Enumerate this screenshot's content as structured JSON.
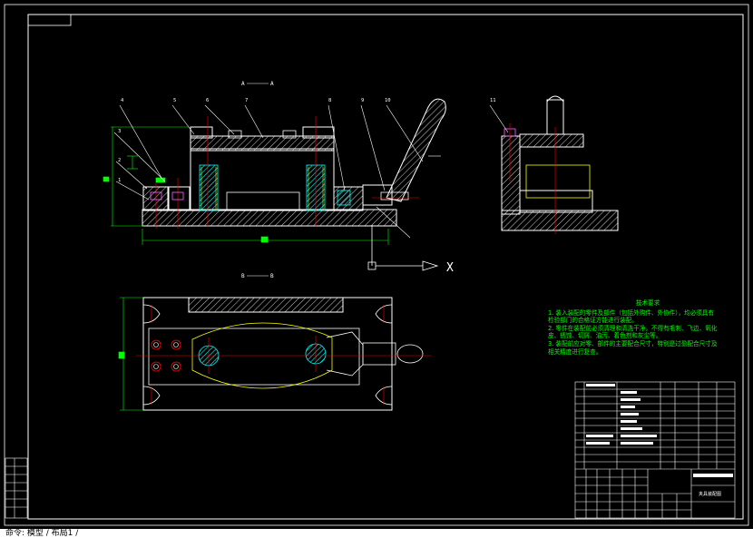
{
  "colors": {
    "background": "#000000",
    "frame": "#ffffff",
    "outline": "#ffffff",
    "hatch": "#00ffff",
    "dimension": "#00ff00",
    "centerline": "#ff0000",
    "hidden": "#ffff00",
    "notes": "#00ff00"
  },
  "section_labels": {
    "aa_left": "A",
    "aa_right": "A",
    "bb_left": "B",
    "bb_right": "B"
  },
  "leader_numbers": [
    "4",
    "5",
    "6",
    "7",
    "8",
    "9",
    "10",
    "3",
    "2",
    "1"
  ],
  "side_view_leader": "11",
  "axis_label": "X",
  "technical_requirements": {
    "title": "技术要求",
    "lines": [
      "1. 装入装配的零件及部件（包括外购件、外协件），均必须具有",
      "检验部门的合格证方能进行装配。",
      "2. 零件在装配前必须清理和清洗干净，不得有毛刺、飞边、氧化",
      "皮、锈蚀、切屑、油污、着色剂和灰尘等。",
      "3. 装配前应对零、部件的主要配合尺寸，特别是过盈配合尺寸及",
      "相关精度进行复查。"
    ]
  },
  "title_block": {
    "drawing_name": "夹具装配图"
  },
  "command_line": "命令: 模型 / 布局1 /"
}
